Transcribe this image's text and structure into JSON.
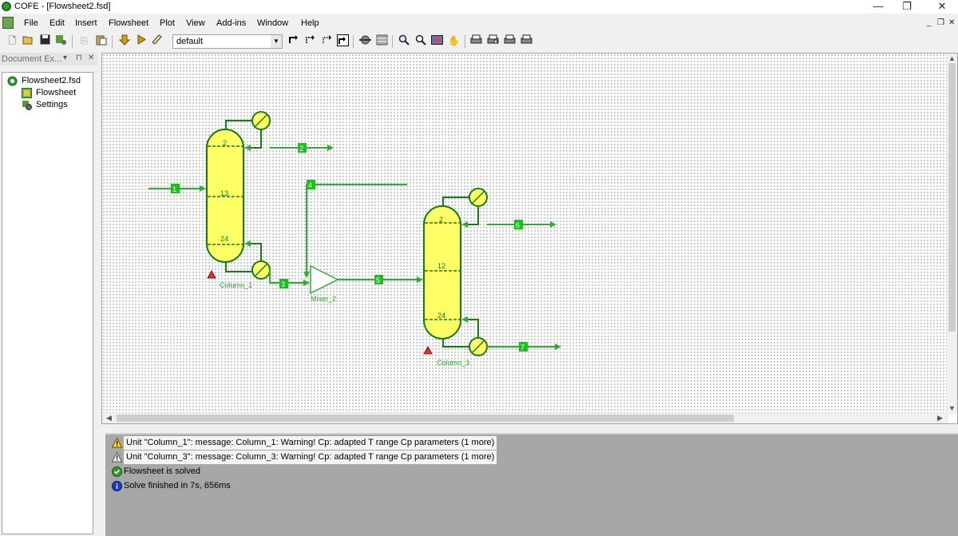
{
  "window": {
    "title": "COFE - [Flowsheet2.fsd]",
    "minimize_glyph": "—",
    "restore_glyph": "❐",
    "close_glyph": "✕"
  },
  "menu": {
    "items": [
      "File",
      "Edit",
      "Insert",
      "Flowsheet",
      "Plot",
      "View",
      "Add-ins",
      "Window",
      "Help"
    ],
    "mdi_controls": [
      "_",
      "❐",
      "✕"
    ]
  },
  "toolbar": {
    "scheme_value": "default",
    "icons": [
      "new-icon",
      "open-icon",
      "save-icon",
      "properties-icon",
      "copy-icon",
      "paste-icon",
      "import-icon",
      "run-icon",
      "erase-icon",
      "stream-tool-icon",
      "stream-tool-2-icon",
      "stream-tool-3-icon",
      "stream-tool-4-icon",
      "unit-tool-icon",
      "grid-tool-icon",
      "zoom-in-icon",
      "zoom-out-icon",
      "zoom-fit-icon",
      "pan-icon",
      "print-icon",
      "print-preview-icon",
      "print-setup-icon",
      "print-all-icon"
    ]
  },
  "explorer": {
    "title": "Document Ex...",
    "controls": [
      "▾",
      "⊓",
      "✕"
    ],
    "tree": [
      {
        "label": "Flowsheet2.fsd",
        "icon": "cofe-file-icon"
      },
      {
        "label": "Flowsheet",
        "icon": "flowsheet-icon"
      },
      {
        "label": "Settings",
        "icon": "settings-icon"
      }
    ]
  },
  "flowsheet": {
    "units": [
      {
        "id": "column_1",
        "label": "Column_1",
        "stages": [
          "2",
          "13",
          "24"
        ],
        "warning": true
      },
      {
        "id": "mixer_2",
        "label": "Mixer_2"
      },
      {
        "id": "column_3",
        "label": "Column_3",
        "stages": [
          "2",
          "12",
          "24"
        ],
        "warning": true
      }
    ],
    "streams": [
      "1",
      "2",
      "3",
      "4",
      "5",
      "6",
      "7"
    ],
    "colors": {
      "unit_fill": "#ffff66",
      "unit_stroke": "#1a7a1a",
      "stream": "#33aa33",
      "label_bg": "#22bb22"
    }
  },
  "messages": [
    {
      "type": "warning",
      "text": "Unit \"Column_1\": message: Column_1: Warning! Cp: adapted T range Cp parameters (1 more)"
    },
    {
      "type": "warning",
      "text": "Unit \"Column_3\": message: Column_3: Warning! Cp: adapted T range Cp parameters (1 more)"
    },
    {
      "type": "success",
      "text": "Flowsheet is solved"
    },
    {
      "type": "info",
      "text": "Solve finished in 7s, 656ms"
    }
  ]
}
